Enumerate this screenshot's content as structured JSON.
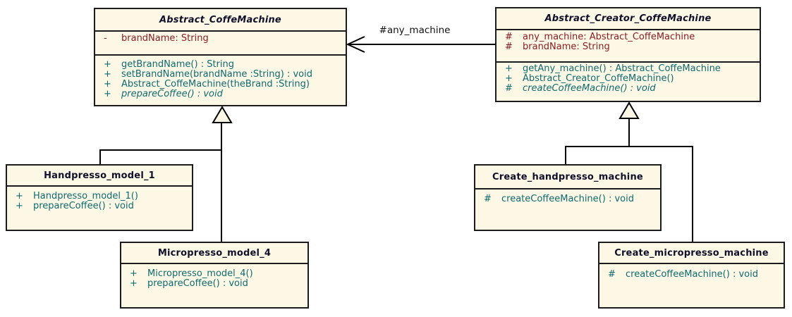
{
  "diagram": {
    "kind": "uml-class-diagram",
    "pattern": "Factory Method (coffee machines)"
  },
  "colors": {
    "class_fill": "#FDF8E6",
    "border": "#1C1C1C",
    "title_text": "#10102A",
    "attribute_text": "#8B1C24",
    "method_text": "#0E6A6E",
    "edge": "#000000",
    "background": "#FFFFFF"
  },
  "relationships": {
    "association": {
      "label": "#any_machine",
      "from": "Abstract_Creator_CoffeMachine",
      "to": "Abstract_CoffeMachine",
      "style": "open-arrow"
    },
    "generalizations": [
      {
        "from": "Handpresso_model_1",
        "to": "Abstract_CoffeMachine"
      },
      {
        "from": "Micropresso_model_4",
        "to": "Abstract_CoffeMachine"
      },
      {
        "from": "Create_handpresso_machine",
        "to": "Abstract_Creator_CoffeMachine"
      },
      {
        "from": "Create_micropresso_machine",
        "to": "Abstract_Creator_CoffeMachine"
      }
    ]
  },
  "classes": [
    {
      "name": "Abstract_CoffeMachine",
      "abstract": true,
      "attributes": [
        {
          "vis": "-",
          "text": "brandName: String"
        }
      ],
      "methods": [
        {
          "vis": "+",
          "text": "getBrandName() : String"
        },
        {
          "vis": "+",
          "text": "setBrandName(brandName :String) : void"
        },
        {
          "vis": "+",
          "text": "Abstract_CoffeMachine(theBrand :String)"
        },
        {
          "vis": "+",
          "text": "prepareCoffee() : void",
          "abstract": true
        }
      ]
    },
    {
      "name": "Abstract_Creator_CoffeMachine",
      "abstract": true,
      "attributes": [
        {
          "vis": "#",
          "text": "any_machine: Abstract_CoffeMachine"
        },
        {
          "vis": "#",
          "text": "brandName: String"
        }
      ],
      "methods": [
        {
          "vis": "+",
          "text": "getAny_machine() : Abstract_CoffeMachine"
        },
        {
          "vis": "+",
          "text": "Abstract_Creator_CoffeMachine()"
        },
        {
          "vis": "#",
          "text": "createCoffeeMachine() : void",
          "abstract": true
        }
      ]
    },
    {
      "name": "Handpresso_model_1",
      "abstract": false,
      "attributes": [],
      "methods": [
        {
          "vis": "+",
          "text": "Handpresso_model_1()"
        },
        {
          "vis": "+",
          "text": "prepareCoffee() : void"
        }
      ]
    },
    {
      "name": "Micropresso_model_4",
      "abstract": false,
      "attributes": [],
      "methods": [
        {
          "vis": "+",
          "text": "Micropresso_model_4()"
        },
        {
          "vis": "+",
          "text": "prepareCoffee() : void"
        }
      ]
    },
    {
      "name": "Create_handpresso_machine",
      "abstract": false,
      "attributes": [],
      "methods": [
        {
          "vis": "#",
          "text": "createCoffeeMachine() : void"
        }
      ]
    },
    {
      "name": "Create_micropresso_machine",
      "abstract": false,
      "attributes": [],
      "methods": [
        {
          "vis": "#",
          "text": "createCoffeeMachine() : void"
        }
      ]
    }
  ]
}
